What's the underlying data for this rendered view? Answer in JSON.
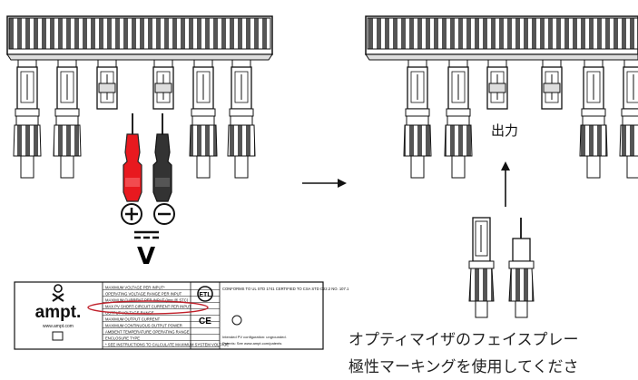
{
  "title_partial": "オプティマイザの出力電圧範囲の読み方（マルチメーター）",
  "output_label": "出力",
  "caption_line1": "オプティマイザのフェイスプレー",
  "caption_line2": "極性マーキングを使用してくださ",
  "plus_symbol": "+",
  "minus_symbol": "−",
  "dc_symbol": "V",
  "label": {
    "brand": "ampt.",
    "website": "www.ampt.com",
    "rows": [
      "MAXIMUM VOLTAGE PER INPUT*",
      "OPERATING VOLTAGE RANGE PER INPUT",
      "MAXIMUM CURRENT PER INPUT (Imp @ STC)",
      "MAX PV SHORT-CIRCUIT CURRENT PER INPUT",
      "OUTPUT VOLTAGE RANGE",
      "MAXIMUM OUTPUT CURRENT",
      "MAXIMUM CONTINUOUS OUTPUT POWER",
      "AMBIENT TEMPERATURE OPERATING RANGE",
      "ENCLOSURE TYPE",
      "* SEE INSTRUCTIONS TO CALCULATE MAXIMUM SYSTEM VOLTAGE"
    ],
    "conform_text": "CONFORMS TO UL STD 1741 CERTIFIED TO CSA STD C22.2 NO. 107.1",
    "ce": "CE",
    "pv_config": "Intended PV configuration: ungrounded.",
    "patents": "Patents: See www.ampt.com/patents"
  },
  "colors": {
    "red_probe": "#e8191f",
    "black_probe": "#333333",
    "highlight": "#c0202a"
  }
}
